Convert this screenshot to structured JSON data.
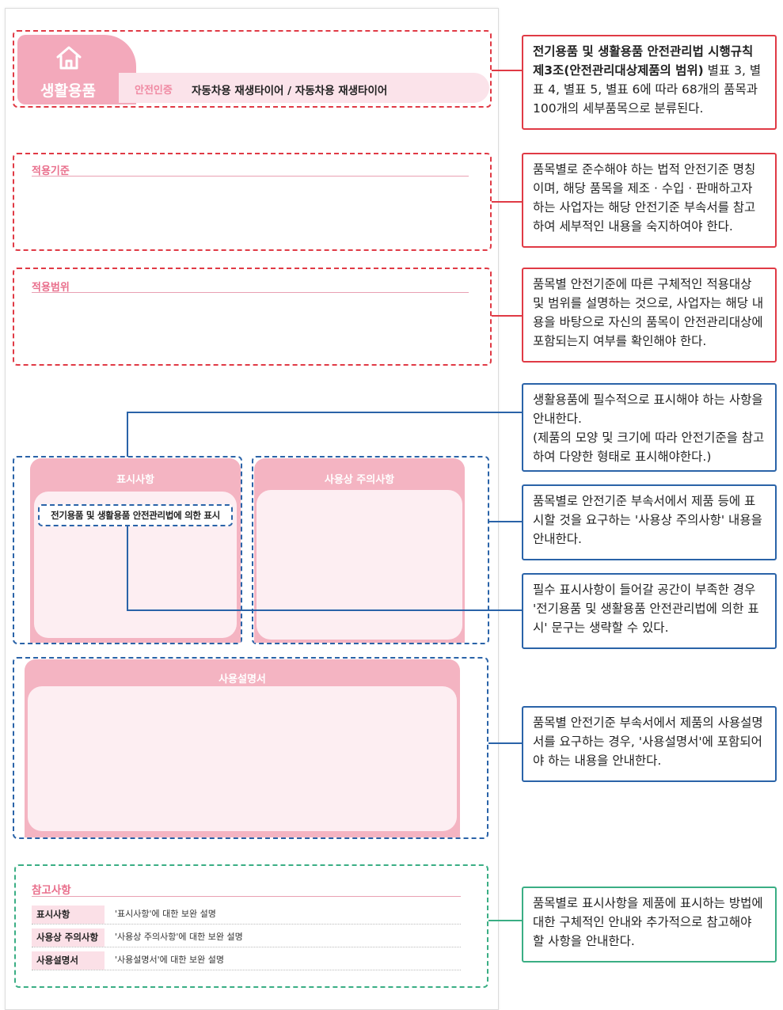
{
  "header": {
    "category": "생활용품",
    "cert_label": "안전인증",
    "product": "자동차용 재생타이어 / 자동차용 재생타이어"
  },
  "sections": {
    "standard_title": "적용기준",
    "scope_title": "적용범위"
  },
  "panels": {
    "label_title": "표시사항",
    "label_badge": "전기용품 및 생활용품 안전관리법에 의한 표시",
    "caution_title": "사용상 주의사항",
    "manual_title": "사용설명서"
  },
  "reference": {
    "title": "참고사항",
    "rows": [
      {
        "label": "표시사항",
        "text": "'표시사항'에 대한 보완 설명"
      },
      {
        "label": "사용상 주의사항",
        "text": "'사용상 주의사항'에 대한 보완 설명"
      },
      {
        "label": "사용설명서",
        "text": "'사용설명서'에 대한 보완 설명"
      }
    ]
  },
  "notes": {
    "n1_bold": "전기용품 및 생활용품 안전관리법 시행규칙 제3조(안전관리대상제품의 범위)",
    "n1_rest": " 별표 3, 별표 4, 별표 5, 별표 6에 따라 68개의 품목과 100개의 세부품목으로 분류된다.",
    "n2": "품목별로 준수해야 하는 법적 안전기준 명칭이며, 해당 품목을 제조 · 수입 · 판매하고자 하는 사업자는 해당 안전기준 부속서를 참고하여 세부적인 내용을 숙지하여야 한다.",
    "n3": "품목별 안전기준에 따른 구체적인 적용대상 및 범위를 설명하는 것으로, 사업자는 해당 내용을 바탕으로 자신의 품목이 안전관리대상에 포함되는지 여부를 확인해야 한다.",
    "n4": "생활용품에 필수적으로 표시해야 하는 사항을 안내한다.\n(제품의 모양 및 크기에 따라 안전기준을 참고하여 다양한 형태로 표시해야한다.)",
    "n5": "품목별로 안전기준 부속서에서 제품 등에 표시할 것을 요구하는 '사용상 주의사항' 내용을 안내한다.",
    "n6": "필수 표시사항이 들어갈 공간이 부족한 경우 '전기용품 및 생활용품 안전관리법에 의한 표시' 문구는 생략할 수 있다.",
    "n7": "품목별 안전기준 부속서에서 제품의 사용설명서를 요구하는 경우, '사용설명서'에 포함되어야 하는 내용을 안내한다.",
    "n8": "품목별로 표시사항을 제품에 표시하는 방법에 대한 구체적인 안내와 추가적으로 참고해야 할 사항을 안내한다."
  },
  "colors": {
    "red": "#e03a45",
    "blue": "#2a63a8",
    "green": "#3aae84",
    "pink": "#f4b4c2"
  }
}
